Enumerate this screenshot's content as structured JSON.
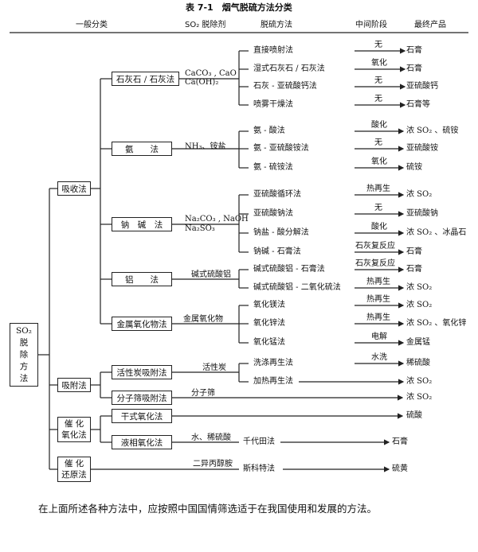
{
  "title": "表 7-1　烟气脱硫方法分类",
  "headers": {
    "category": "一般分类",
    "agent": "SO₂ 脱除剂",
    "method": "脱硫方法",
    "intermediate": "中间阶段",
    "product": "最终产品"
  },
  "root": [
    "SO₂",
    "脱",
    "除",
    "方",
    "法"
  ],
  "level1": {
    "absorb": "吸收法",
    "adsorb": "吸附法",
    "cat_oxid": [
      "催 化",
      "氧化法"
    ],
    "cat_red": [
      "催 化",
      "还原法"
    ]
  },
  "level2": {
    "limestone": "石灰石 / 石灰法",
    "ammonia": "氨　　法",
    "sodium": "钠　碱　法",
    "aluminum": "铝　　法",
    "metaloxide": "金属氧化物法",
    "carbon": "活性炭吸附法",
    "sieve": "分子筛吸附法",
    "dry": "干式氧化法",
    "liquid": "液相氧化法"
  },
  "agents": {
    "limestone_1": "CaCO₃ , CaO",
    "limestone_2": "Ca(OH)₂",
    "ammonia": "NH₃、铵盐",
    "sodium_1": "Na₂CO₃ , NaOH",
    "sodium_2": "Na₂SO₃",
    "aluminum": "碱式硫酸铝",
    "metaloxide": "金属氧化物",
    "carbon": "活性炭",
    "sieve": "分子筛",
    "liquid": "水、稀硫酸",
    "reduction": "二异丙醇胺"
  },
  "methods": [
    {
      "name": "直接喷射法",
      "mid": "无",
      "product": "石膏"
    },
    {
      "name": "湿式石灰石 / 石灰法",
      "mid": "氧化",
      "product": "石膏"
    },
    {
      "name": "石灰 - 亚硫酸钙法",
      "mid": "无",
      "product": "亚硫酸钙"
    },
    {
      "name": "喷雾干燥法",
      "mid": "无",
      "product": "石膏等"
    },
    {
      "name": "氨 - 酸法",
      "mid": "酸化",
      "product": "浓 SO₂ 、硫铵"
    },
    {
      "name": "氨 - 亚硫酸铵法",
      "mid": "无",
      "product": "亚硫酸铵"
    },
    {
      "name": "氨 - 硫铵法",
      "mid": "氧化",
      "product": "硫铵"
    },
    {
      "name": "亚硫酸循环法",
      "mid": "热再生",
      "product": "浓 SO₂"
    },
    {
      "name": "亚硫酸钠法",
      "mid": "无",
      "product": "亚硫酸钠"
    },
    {
      "name": "钠盐 - 酸分解法",
      "mid": "酸化",
      "product": "浓 SO₂ 、冰晶石"
    },
    {
      "name": "钠碱 - 石膏法",
      "mid": "石灰复反应",
      "product": "石膏"
    },
    {
      "name": "碱式硫酸铝 - 石膏法",
      "mid": "石灰复反应",
      "product": "石膏"
    },
    {
      "name": "碱式硫酸铝 - 二氧化硫法",
      "mid": "热再生",
      "product": "浓 SO₂"
    },
    {
      "name": "氧化镁法",
      "mid": "热再生",
      "product": "浓 SO₂"
    },
    {
      "name": "氧化锌法",
      "mid": "热再生",
      "product": "浓 SO₂ 、氧化锌"
    },
    {
      "name": "氧化锰法",
      "mid": "电解",
      "product": "金属锰"
    },
    {
      "name": "洗涤再生法",
      "mid": "水洗",
      "product": "稀硫酸"
    },
    {
      "name": "加热再生法",
      "mid": "",
      "product": "浓 SO₂"
    }
  ],
  "direct": {
    "sieve_product": "浓 SO₂",
    "dry_product": "硫酸",
    "chiyoda": "千代田法",
    "chiyoda_product": "石膏",
    "sulfur_method": "斯科特法",
    "sulfur_product": "硫黄"
  },
  "footer": "在上面所述各种方法中，应按照中国国情筛选适于在我国使用和发展的方法。"
}
